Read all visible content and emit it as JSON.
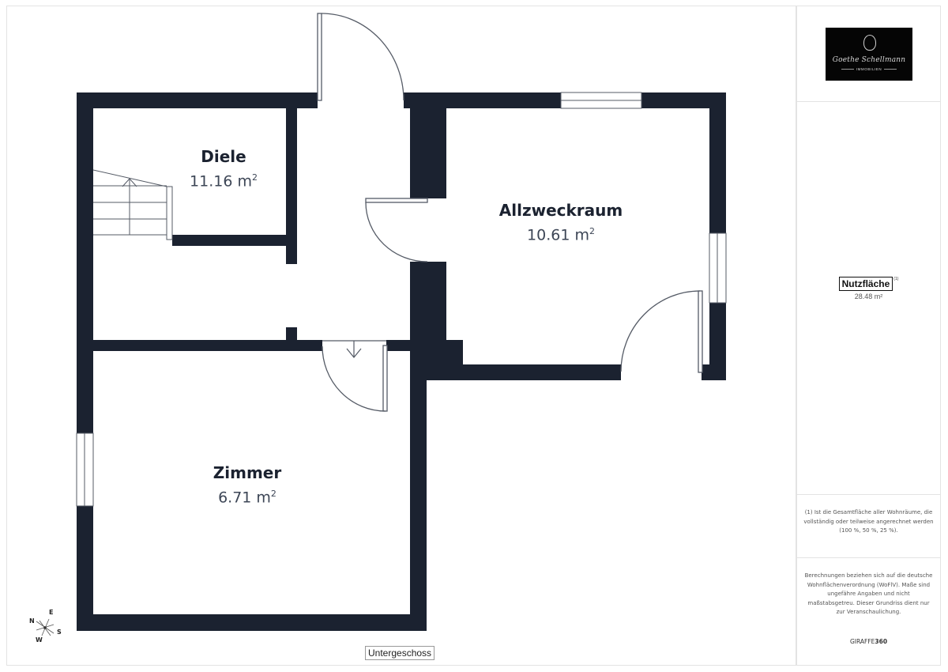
{
  "floor_plan": {
    "floor_label": "Untergeschoss",
    "rooms": [
      {
        "name": "Diele",
        "area_value": "11.16 m",
        "area_unit_sup": "2"
      },
      {
        "name": "Allzweckraum",
        "area_value": "10.61 m",
        "area_unit_sup": "2"
      },
      {
        "name": "Zimmer",
        "area_value": "6.71 m",
        "area_unit_sup": "2"
      }
    ],
    "compass": {
      "n": "N",
      "e": "E",
      "s": "S",
      "w": "W"
    },
    "colors": {
      "wall": "#1b2230",
      "line": "#555b66",
      "background": "#ffffff"
    }
  },
  "sidebar": {
    "logo": {
      "script_text": "Goethe Schellmann",
      "subtitle": "IMMOBILIEN"
    },
    "summary": {
      "label": "Nutzfläche",
      "footnote_marker": "(1)",
      "value": "28.48 m²"
    },
    "footnote": "(1) Ist die Gesamtfläche aller Wohnräume, die vollständig oder teilweise angerechnet werden (100 %, 50 %, 25 %).",
    "disclaimer": "Berechnungen beziehen sich auf die deutsche Wohnflächenverordnung (WoFlV). Maße sind ungefähre Angaben und nicht maßstabsgetreu. Dieser Grundriss dient nur zur Veranschaulichung.",
    "brand_light": "GIRAFFE",
    "brand_bold": "360"
  }
}
